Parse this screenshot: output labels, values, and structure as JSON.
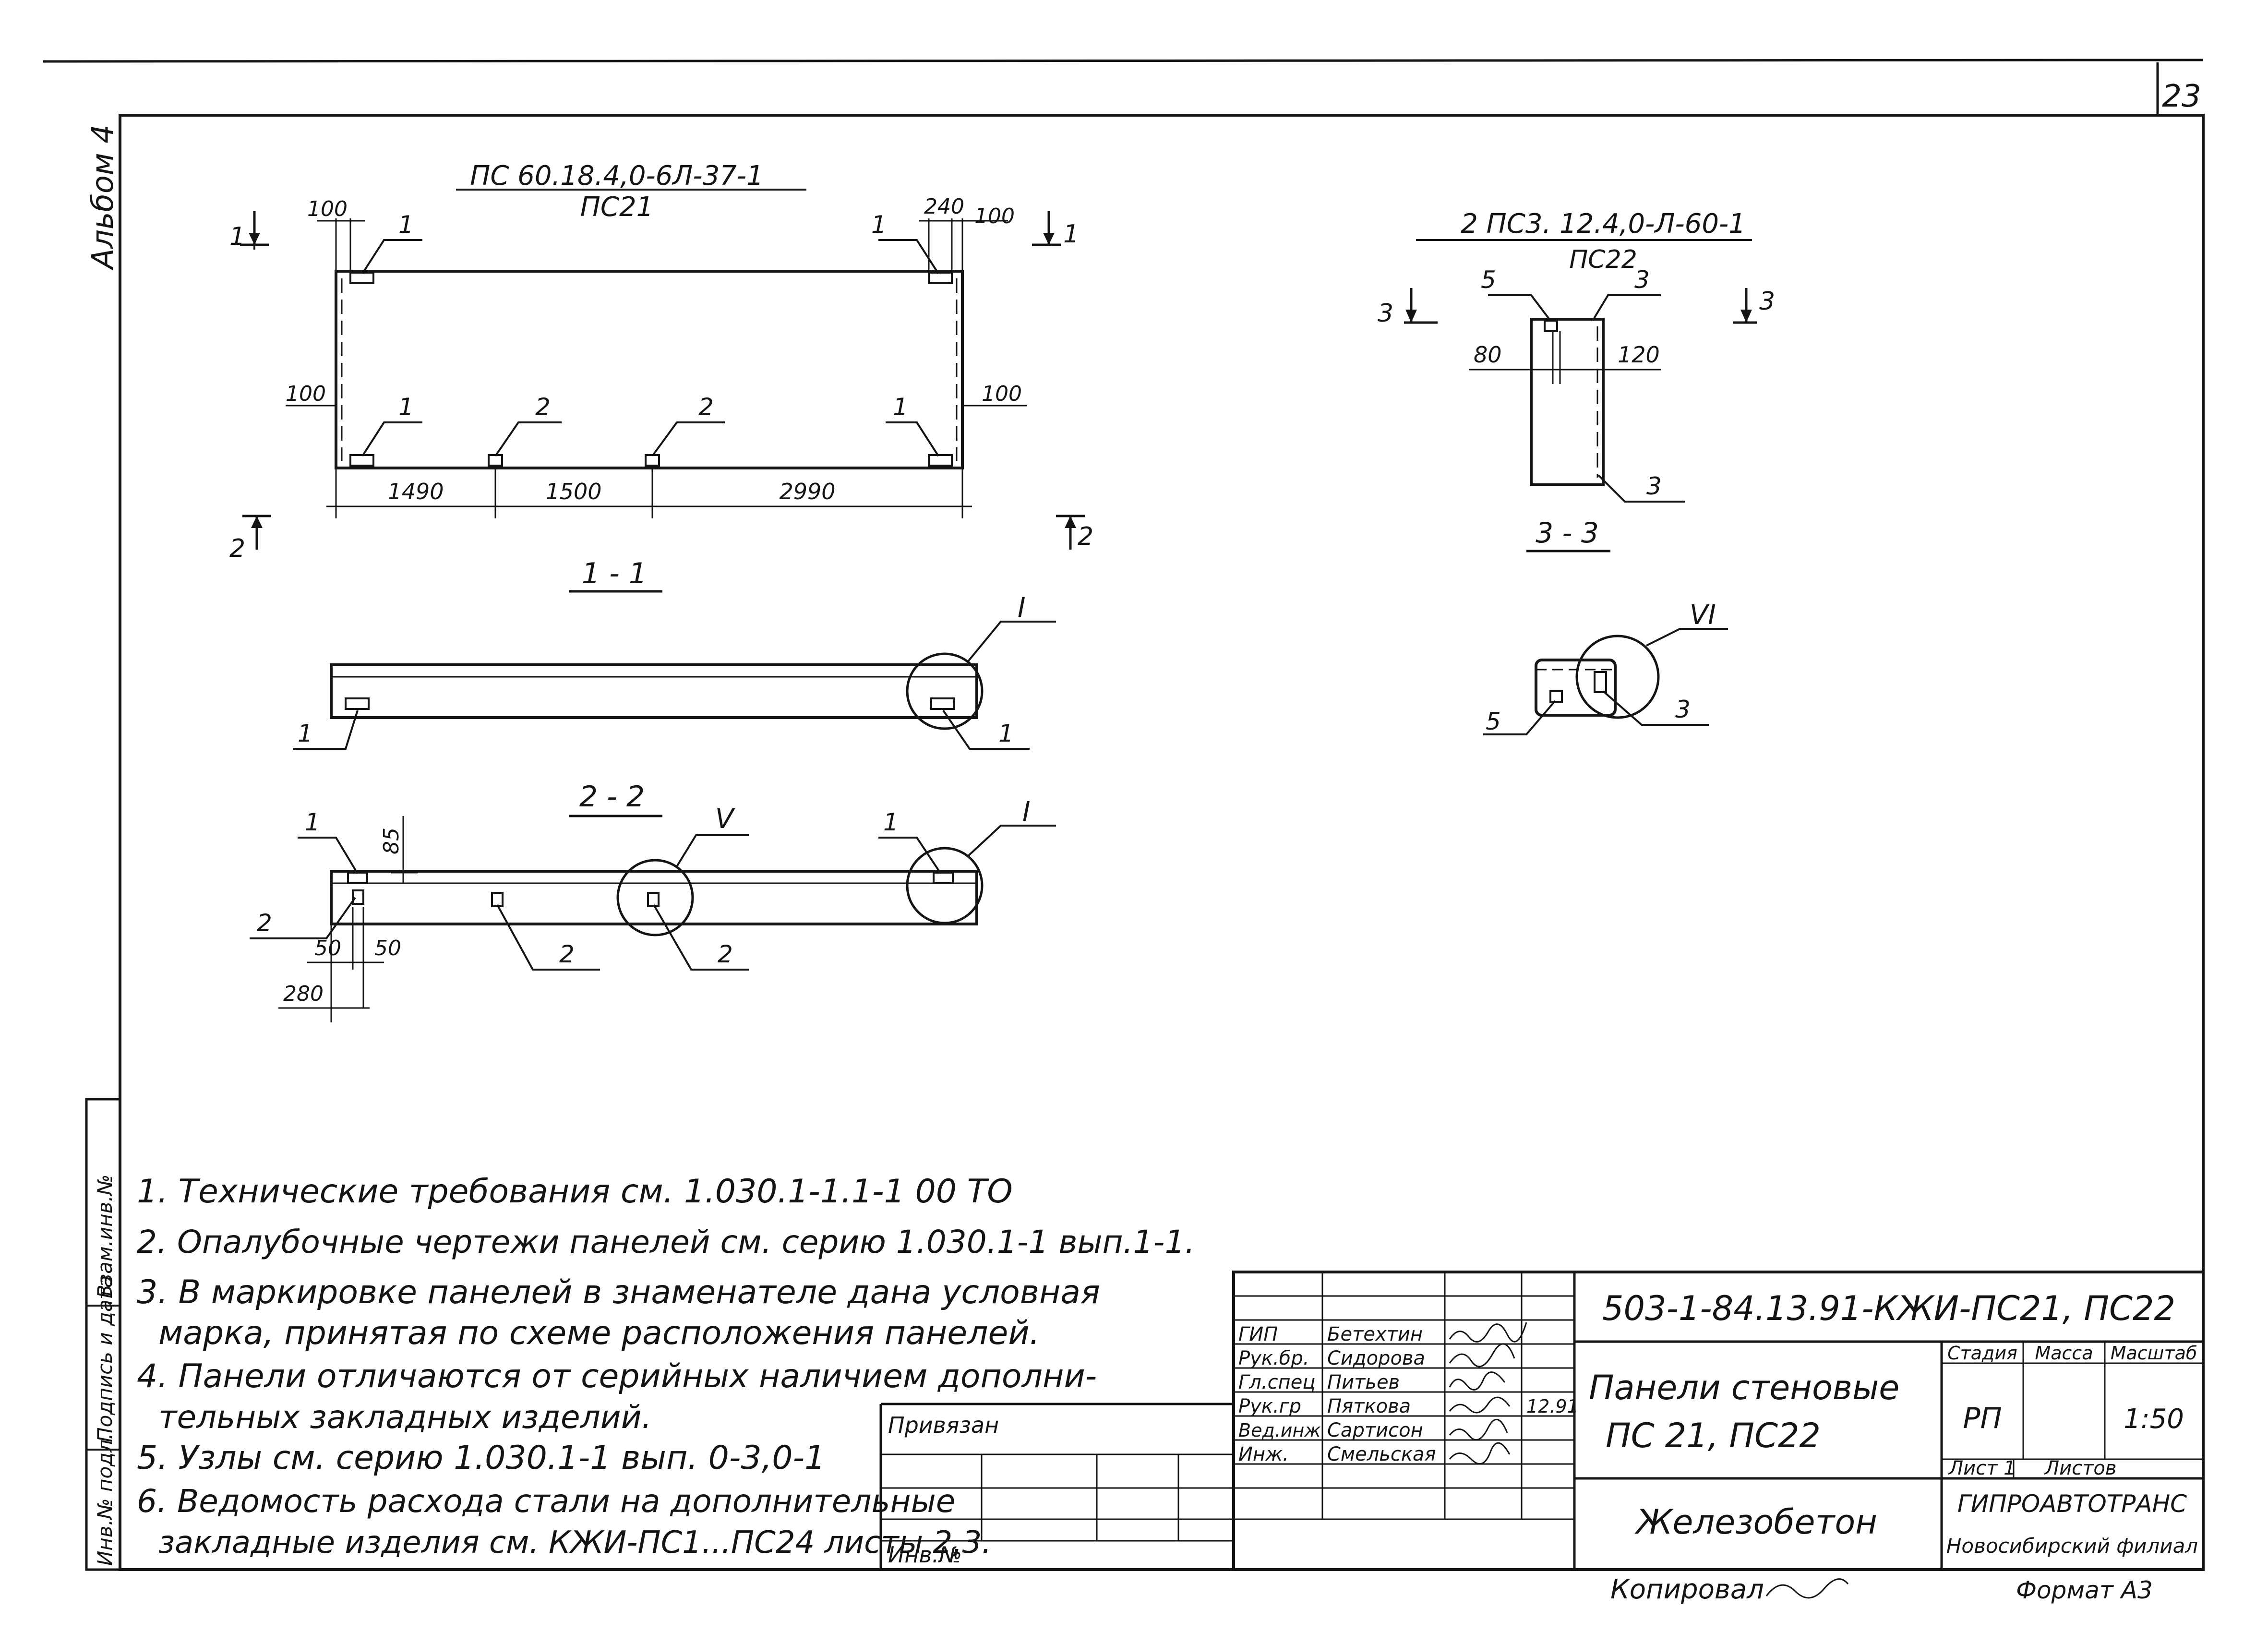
{
  "sheet_number": "23",
  "album_label": "Альбом 4",
  "side_stamp": {
    "inv_podl": "Инв.№ подл.",
    "podpis_data": "Подпись и дата",
    "vzam_inv": "Взам.инв.№"
  },
  "panel_pc21": {
    "mark": "ПС 60.18.4,0-6Л-37-1",
    "condition_mark": "ПС21",
    "dims": {
      "left_edge": "100",
      "embed_width": "240",
      "right_edge": "100",
      "side_left": "100",
      "side_right": "100",
      "span1": "1490",
      "span2": "1500",
      "span3": "2990"
    },
    "leaders": {
      "top_left": "1",
      "top_right": "1",
      "bottom_left": "1",
      "bottom_mid1": "2",
      "bottom_mid2": "2",
      "bottom_right": "1"
    },
    "section_marks": {
      "s1_left": "1",
      "s1_right": "1",
      "s2_left": "2",
      "s2_right": "2"
    }
  },
  "section_1_1": {
    "title": "1 - 1",
    "node_mark": "I",
    "leader_left": "1",
    "leader_right": "1"
  },
  "section_2_2": {
    "title": "2 - 2",
    "node_mark_v": "V",
    "node_mark_i": "I",
    "dims": {
      "height": "85",
      "a": "50",
      "b": "50",
      "c": "280"
    },
    "leaders": {
      "top_left": "1",
      "mid_left": "2",
      "top_right": "1",
      "bottom_mid": "2",
      "bottom_right": "2"
    }
  },
  "panel_pc22": {
    "mark": "2 ПС3. 12.4,0-Л-60-1",
    "condition_mark": "ПС22",
    "dims": {
      "left": "80",
      "right": "120"
    },
    "leaders": {
      "top_left": "5",
      "top_right": "3",
      "bottom": "3"
    },
    "section_marks": {
      "left": "3",
      "right": "3"
    }
  },
  "section_3_3": {
    "title": "3 - 3"
  },
  "node_vi": {
    "mark": "VI",
    "leader_left": "5",
    "leader_right": "3"
  },
  "notes": [
    "1. Технические требования см. 1.030.1-1.1-1 00 ТО",
    "2. Опалубочные чертежи панелей см. серию 1.030.1-1 вып.1-1.",
    "3. В маркировке панелей в знаменателе дана условная",
    "марка, принятая по схеме расположения панелей.",
    "4. Панели отличаются от серийных наличием дополни-",
    "тельных закладных изделий.",
    "5. Узлы см. серию 1.030.1-1 вып. 0-3,0-1",
    "6. Ведомость расхода стали на дополнительные",
    "закладные изделия см. КЖИ-ПС1...ПС24 листы 2,3."
  ],
  "title_block": {
    "code": "503-1-84.13.91-КЖИ-ПС21, ПС22",
    "roles": [
      "ГИП",
      "Рук.бр.",
      "Гл.спец",
      "Рук.гр",
      "Вед.инж",
      "Инж."
    ],
    "names": [
      "Бетехтин",
      "Сидорова",
      "Питьев",
      "Пяткова",
      "Сартисон",
      "Смельская"
    ],
    "date": "12.91",
    "title_line1": "Панели стеновые",
    "title_line2": "ПС 21,   ПС22",
    "material": "Железобетон",
    "stage_header": "Стадия",
    "mass_header": "Масса",
    "scale_header": "Масштаб",
    "stage": "РП",
    "scale": "1:50",
    "sheet_label": "Лист 1",
    "sheets_label": "Листов",
    "org_line1": "ГИПРОАВТОТРАНС",
    "org_line2": "Новосибирский филиал",
    "privyazan": "Привязан",
    "inv_no": "Инв.№",
    "kopiroval": "Копировал",
    "format": "Формат А3"
  }
}
